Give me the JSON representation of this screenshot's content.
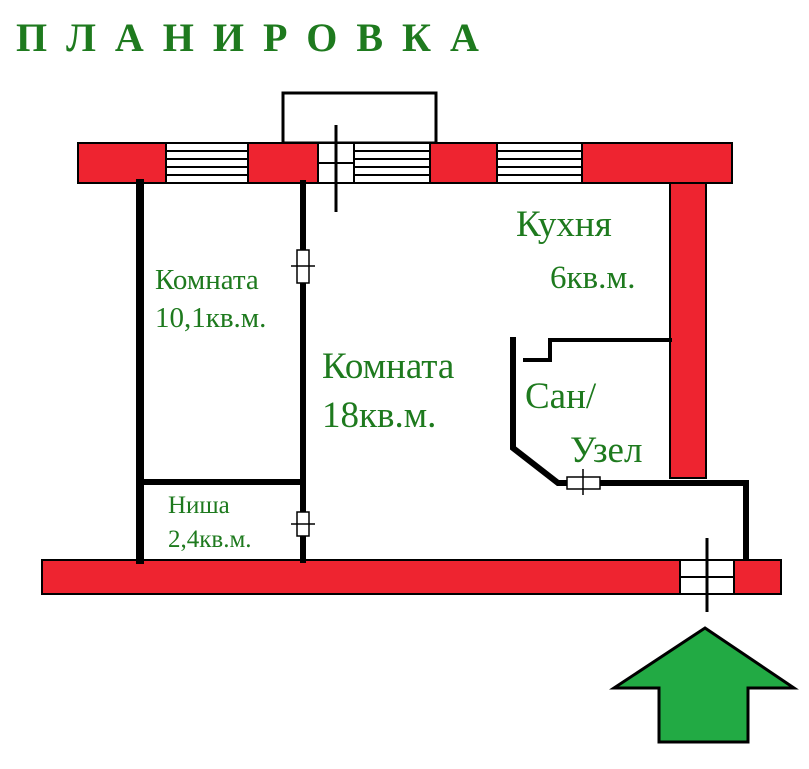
{
  "title": "ПЛАНИРОВКА",
  "colors": {
    "wall": "#ee2430",
    "outline": "#000000",
    "text": "#1e7a1e",
    "arrow": "#22aa44"
  },
  "rooms": {
    "room_small": {
      "name": "Комната",
      "area": "10,1кв.м."
    },
    "room_large": {
      "name": "Комната",
      "area": "18кв.м."
    },
    "kitchen": {
      "name": "Кухня",
      "area": "6кв.м."
    },
    "bathroom": {
      "line1": "Сан/",
      "line2": "Узел"
    },
    "niche": {
      "name": "Ниша",
      "area": "2,4кв.м."
    }
  },
  "entrance_arrow_icon": "up-arrow-icon"
}
